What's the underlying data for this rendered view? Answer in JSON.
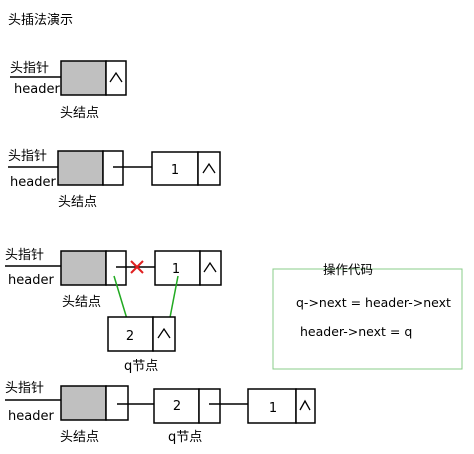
{
  "title": "头插法演示",
  "head_pointer_label": "头指针",
  "header_label": "header",
  "head_node_label": "头结点",
  "q_node_label": "q节点",
  "node_values": {
    "one": "1",
    "two": "2"
  },
  "code_box": {
    "title": "操作代码",
    "line1": "q->next = header->next",
    "line2": "header->next = q"
  },
  "colors": {
    "link_green": "#22aa22",
    "cross_red": "#e02020",
    "code_box_border": "#88cc88",
    "head_fill": "#c0c0c0"
  },
  "icons": {
    "null_pointer": "caret-up",
    "cut_link": "red-x"
  }
}
